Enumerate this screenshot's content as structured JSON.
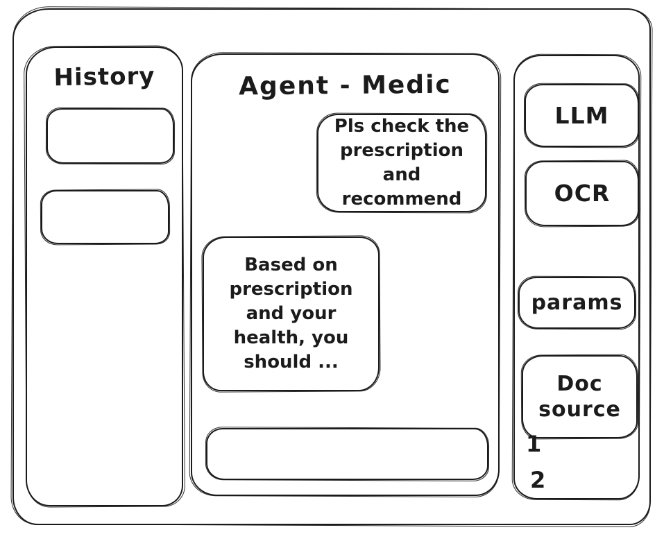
{
  "colors": {
    "stroke": "#1b1b1b",
    "background": "#ffffff"
  },
  "history": {
    "title": "History",
    "items": [
      {
        "label": ""
      },
      {
        "label": ""
      }
    ]
  },
  "chat": {
    "title": "Agent - Medic",
    "messages": [
      {
        "role": "user",
        "text": "Pls check the prescription and recommend"
      },
      {
        "role": "agent",
        "text": "Based on prescription and your health, you should ..."
      }
    ],
    "input": {
      "value": "",
      "placeholder": ""
    }
  },
  "tools": {
    "buttons": [
      {
        "label": "LLM"
      },
      {
        "label": "OCR"
      },
      {
        "label": "params"
      },
      {
        "label": "Doc source"
      }
    ],
    "footnotes": [
      "1",
      "2"
    ]
  }
}
